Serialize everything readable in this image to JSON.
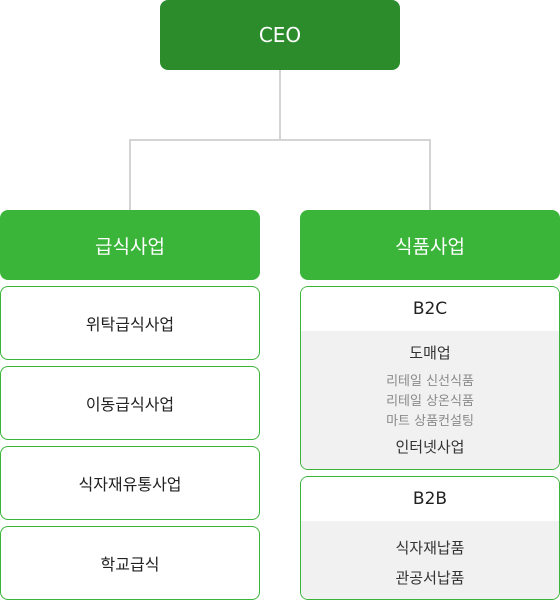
{
  "ceo": {
    "label": "CEO"
  },
  "divisions": [
    {
      "label": "급식사업",
      "items": [
        "위탁급식사업",
        "이동급식사업",
        "식자재유통사업",
        "학교급식"
      ]
    },
    {
      "label": "식품사업",
      "groups": [
        {
          "title": "B2C",
          "entries": [
            {
              "label": "도매업",
              "sub": [
                "리테일 신선식품",
                "리테일 상온식품",
                "마트 상품컨설팅"
              ]
            },
            {
              "label": "인터넷사업",
              "sub": []
            }
          ]
        },
        {
          "title": "B2B",
          "entries": [
            {
              "label": "식자재납품",
              "sub": []
            },
            {
              "label": "관공서납품",
              "sub": []
            }
          ]
        }
      ]
    }
  ],
  "colors": {
    "ceo": "#2c8c2c",
    "division": "#3ab53a",
    "border": "#3ab53a",
    "connector": "#d4d4d4",
    "panel": "#f1f1f1"
  }
}
